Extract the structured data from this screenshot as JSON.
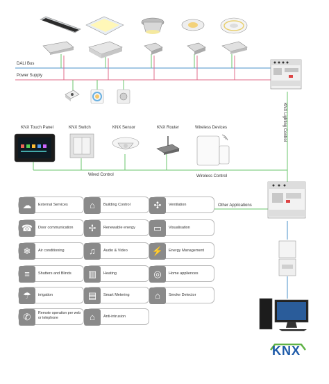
{
  "diagram": {
    "bus_labels": {
      "dali_bus": "DALI Bus",
      "power_supply": "Power Supply",
      "knx_lighting_control": "KNX Lighting Control",
      "wired_control": "Wired Control",
      "wireless_control": "Wireless Control",
      "other_applications": "Other Applications"
    },
    "devices": {
      "touch_panel": "KNX Touch Panel",
      "switch": "KNX Switch",
      "sensor": "KNX Sensor",
      "router": "KNX Router",
      "wireless": "Wireless Devices"
    },
    "applications": [
      {
        "label": "External Services",
        "icon": "cloud-hand-icon"
      },
      {
        "label": "Building Control",
        "icon": "house-icon"
      },
      {
        "label": "Ventilation",
        "icon": "fan-icon"
      },
      {
        "label": "Door communication",
        "icon": "intercom-icon"
      },
      {
        "label": "Renewable energy",
        "icon": "wind-turbine-icon"
      },
      {
        "label": "Visualisation",
        "icon": "monitor-icon"
      },
      {
        "label": "Air conditioning",
        "icon": "snowflake-icon"
      },
      {
        "label": "Audio & Video",
        "icon": "speaker-icon"
      },
      {
        "label": "Energy Management",
        "icon": "meter-icon"
      },
      {
        "label": "Shutters and Blinds",
        "icon": "blinds-icon"
      },
      {
        "label": "Heating",
        "icon": "radiator-icon"
      },
      {
        "label": "Home appliences",
        "icon": "washing-machine-icon"
      },
      {
        "label": "irrigation",
        "icon": "irrigation-icon"
      },
      {
        "label": "Smart Metering",
        "icon": "smart-meter-icon"
      },
      {
        "label": "Smoke Detector",
        "icon": "smoke-detector-icon"
      },
      {
        "label": "Remote operation per web or telephone",
        "icon": "remote-phone-icon"
      },
      {
        "label": "Anti-intrusion",
        "icon": "shield-house-icon"
      }
    ],
    "logo_text": "KNX",
    "colors": {
      "bus_green": "#69c46b",
      "power_pink": "#e26b8a",
      "dali_blue": "#4a90c9",
      "icon_grey": "#8a8a8a",
      "knx_green": "#5fb246",
      "knx_blue": "#1d5aa8"
    }
  }
}
